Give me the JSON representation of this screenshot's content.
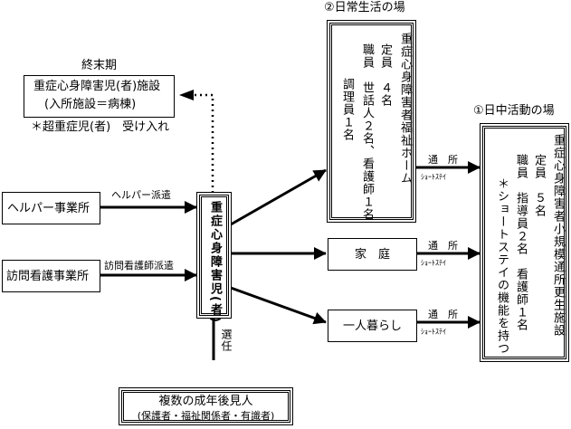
{
  "terminal": {
    "title": "終末期",
    "facility_line1": "重症心身障害児(者)施設",
    "facility_line2": "(入所施設＝病棟)",
    "note": "＊超重症児(者)　受け入れ"
  },
  "providers": [
    {
      "label": "ヘルパー事業所",
      "arrow_label": "ヘルパー派遣"
    },
    {
      "label": "訪問看護事業所",
      "arrow_label": "訪問看護師派遣"
    }
  ],
  "person": {
    "label": "重症心身障害児(者)",
    "appointment_label": "選任"
  },
  "guardian": {
    "line1": "複数の成年後見人",
    "line2": "(保護者・福祉関係者・有識者)"
  },
  "living": {
    "heading": "②日常生活の場",
    "group_home": {
      "col1": "重症心身障害者福祉ホーム",
      "col2": "定員　４名",
      "col3": "職員　世話人２名、看護師１名",
      "col4": "調理員１名"
    },
    "home": "家　庭",
    "alone": "一人暮らし"
  },
  "daytime": {
    "heading": "①日中活動の場",
    "col1": "重症心身障害者小規模通所更生施設",
    "col2": "定員　５名",
    "col3": "職員　指導員２名　看護師１名",
    "col4": "＊ショートステイの機能を持つ"
  },
  "connector": {
    "top_label": "通　所",
    "bottom_label": "ｼｮｰﾄｽﾃｲ"
  }
}
